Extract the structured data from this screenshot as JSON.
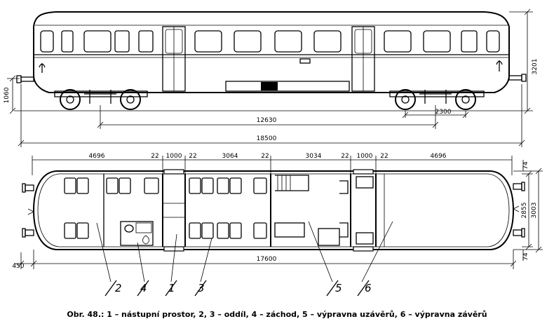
{
  "caption": "Obr. 48.: 1 – nástupní prostor, 2, 3 – oddíl, 4 – záchod, 5 – výpravna uzávěrů, 6 – výpravna závěrů",
  "side_view": {
    "height_dim": "3201",
    "buffer_height_dim": "1060",
    "bogie_pivot_dim": "12630",
    "bogie_wheelbase_dim": "2300",
    "overall_length_dim": "18500"
  },
  "plan_view": {
    "segment_dims": [
      "4696",
      "22",
      "1000",
      "22",
      "3064",
      "22",
      "3034",
      "22",
      "1000",
      "22",
      "4696"
    ],
    "body_length_dim": "17600",
    "end_offset_dim": "450",
    "width_inner_dim": "2855",
    "width_outer_dim": "3003",
    "side_top_dim": "74",
    "side_bottom_dim": "74"
  },
  "callouts": [
    "2",
    "4",
    "1",
    "3",
    "5",
    "6"
  ]
}
